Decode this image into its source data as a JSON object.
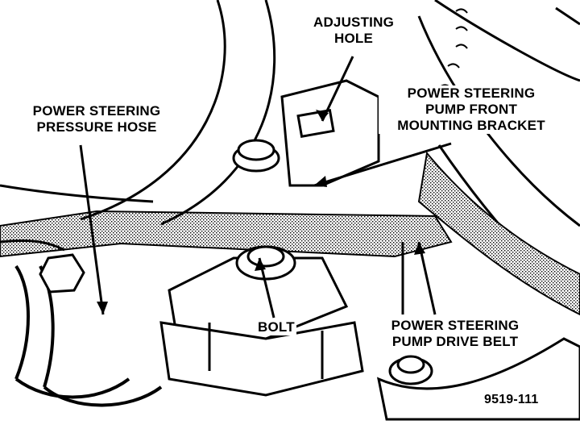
{
  "callouts": {
    "adjusting_hole": {
      "line1": "ADJUSTING",
      "line2": "HOLE"
    },
    "front_bracket": {
      "line1": "POWER STEERING",
      "line2": "PUMP FRONT",
      "line3": "MOUNTING BRACKET"
    },
    "pressure_hose": {
      "line1": "POWER STEERING",
      "line2": "PRESSURE HOSE"
    },
    "bolt": {
      "text": "BOLT"
    },
    "drive_belt": {
      "line1": "POWER STEERING",
      "line2": "PUMP DRIVE BELT"
    }
  },
  "figure_number": "9519-111",
  "colors": {
    "ink": "#000000",
    "paper": "#ffffff",
    "stipple": "#777777"
  }
}
